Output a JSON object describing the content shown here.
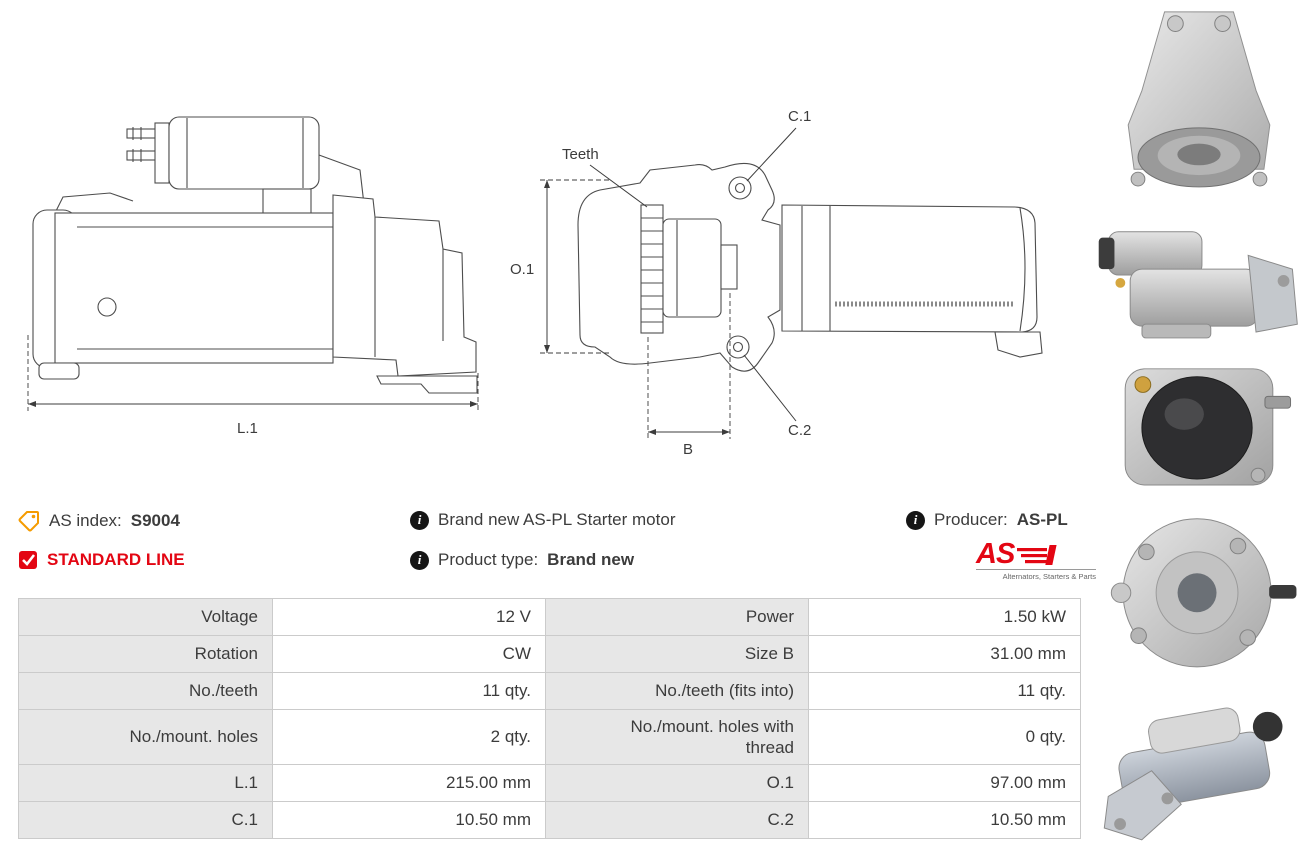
{
  "colors": {
    "accent_red": "#e30613",
    "tag_orange": "#f59b00",
    "label_bg": "#e7e7e7",
    "border": "#cbcbcb",
    "text": "#3c3c3c"
  },
  "icons": {
    "info_glyph": "i"
  },
  "diagram": {
    "l1": "L.1",
    "o1": "O.1",
    "b": "B",
    "c1": "C.1",
    "c2": "C.2",
    "teeth": "Teeth"
  },
  "info": {
    "as_index_label": "AS index:",
    "as_index_value": "S9004",
    "standard_line_label": "STANDARD LINE",
    "description": "Brand new AS-PL Starter motor",
    "product_type_label": "Product type:",
    "product_type_value": "Brand new",
    "producer_label": "Producer:",
    "producer_value": "AS-PL",
    "logo_text": "AS",
    "logo_tagline": "Alternators, Starters & Parts"
  },
  "spec_table": {
    "rows": [
      {
        "label1": "Voltage",
        "value1": "12 V",
        "label2": "Power",
        "value2": "1.50 kW"
      },
      {
        "label1": "Rotation",
        "value1": "CW",
        "label2": "Size B",
        "value2": "31.00 mm"
      },
      {
        "label1": "No./teeth",
        "value1": "11 qty.",
        "label2": "No./teeth (fits into)",
        "value2": "11 qty."
      },
      {
        "label1": "No./mount. holes",
        "value1": "2 qty.",
        "label2": "No./mount. holes with thread",
        "value2": "0 qty."
      },
      {
        "label1": "L.1",
        "value1": "215.00 mm",
        "label2": "O.1",
        "value2": "97.00 mm"
      },
      {
        "label1": "C.1",
        "value1": "10.50 mm",
        "label2": "C.2",
        "value2": "10.50 mm"
      }
    ]
  }
}
